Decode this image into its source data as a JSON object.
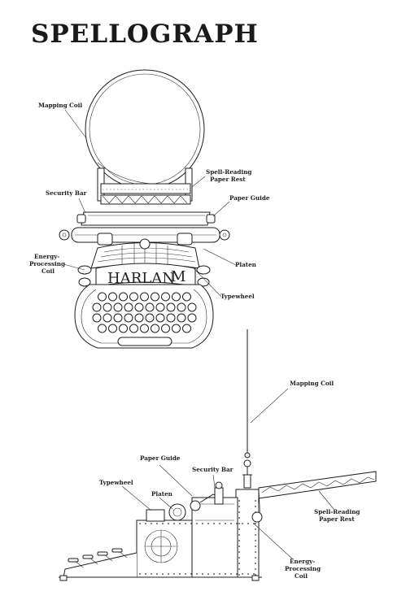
{
  "title": "SPELLOGRAPH",
  "front_view": {
    "labels": {
      "mapping_coil": "Mapping Coil",
      "spell_reading_paper_rest": [
        "Spell-Reading",
        "Paper Rest"
      ],
      "security_bar": "Security Bar",
      "paper_guide": "Paper Guide",
      "energy_processing_coil": [
        "Energy-",
        "Processing",
        "Coil"
      ],
      "platen": "Platen",
      "typewheel": "Typewheel"
    },
    "nameplate": "HARLAN",
    "model_mark": "M"
  },
  "side_view": {
    "labels": {
      "mapping_coil": "Mapping Coil",
      "paper_guide": "Paper Guide",
      "security_bar": "Security Bar",
      "typewheel": "Typewheel",
      "platen": "Platen",
      "spell_reading_paper_rest": [
        "Spell-Reading",
        "Paper Rest"
      ],
      "energy_processing_coil": [
        "Energy-",
        "Processing",
        "Coil"
      ]
    }
  }
}
